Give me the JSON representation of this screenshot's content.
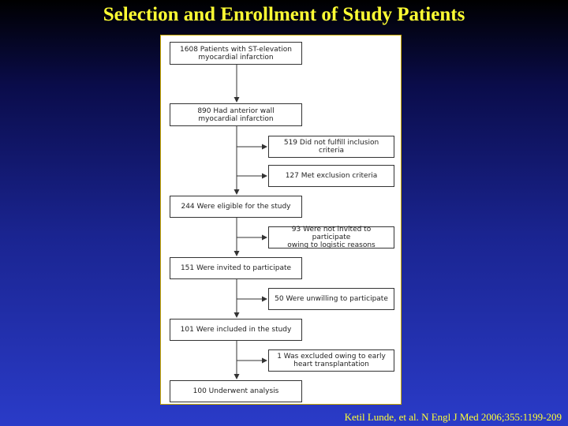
{
  "slide": {
    "title": "Selection and Enrollment of Study Patients",
    "citation": "Ketil Lunde, et al. N Engl J Med 2006;355:1199-209"
  },
  "flowchart": {
    "main_steps": [
      {
        "line1": "1608 Patients with ST-elevation",
        "line2": "myocardial infarction"
      },
      {
        "line1": "890 Had anterior wall",
        "line2": "myocardial infarction"
      },
      {
        "line1": "244 Were eligible for the study",
        "line2": ""
      },
      {
        "line1": "151 Were invited to participate",
        "line2": ""
      },
      {
        "line1": "101 Were included in the study",
        "line2": ""
      },
      {
        "line1": "100 Underwent analysis",
        "line2": ""
      }
    ],
    "exclusions": [
      {
        "line1": "519 Did not fulfill inclusion",
        "line2": "criteria"
      },
      {
        "line1": "127 Met exclusion criteria",
        "line2": ""
      },
      {
        "line1": "93 Were not invited to participate",
        "line2": "owing to logistic reasons"
      },
      {
        "line1": "50 Were unwilling to participate",
        "line2": ""
      },
      {
        "line1": "1 Was excluded owing to early",
        "line2": "heart transplantation"
      }
    ]
  },
  "colors": {
    "title": "#ffff33",
    "citation": "#ffff33",
    "panel_border": "#c8a800"
  }
}
